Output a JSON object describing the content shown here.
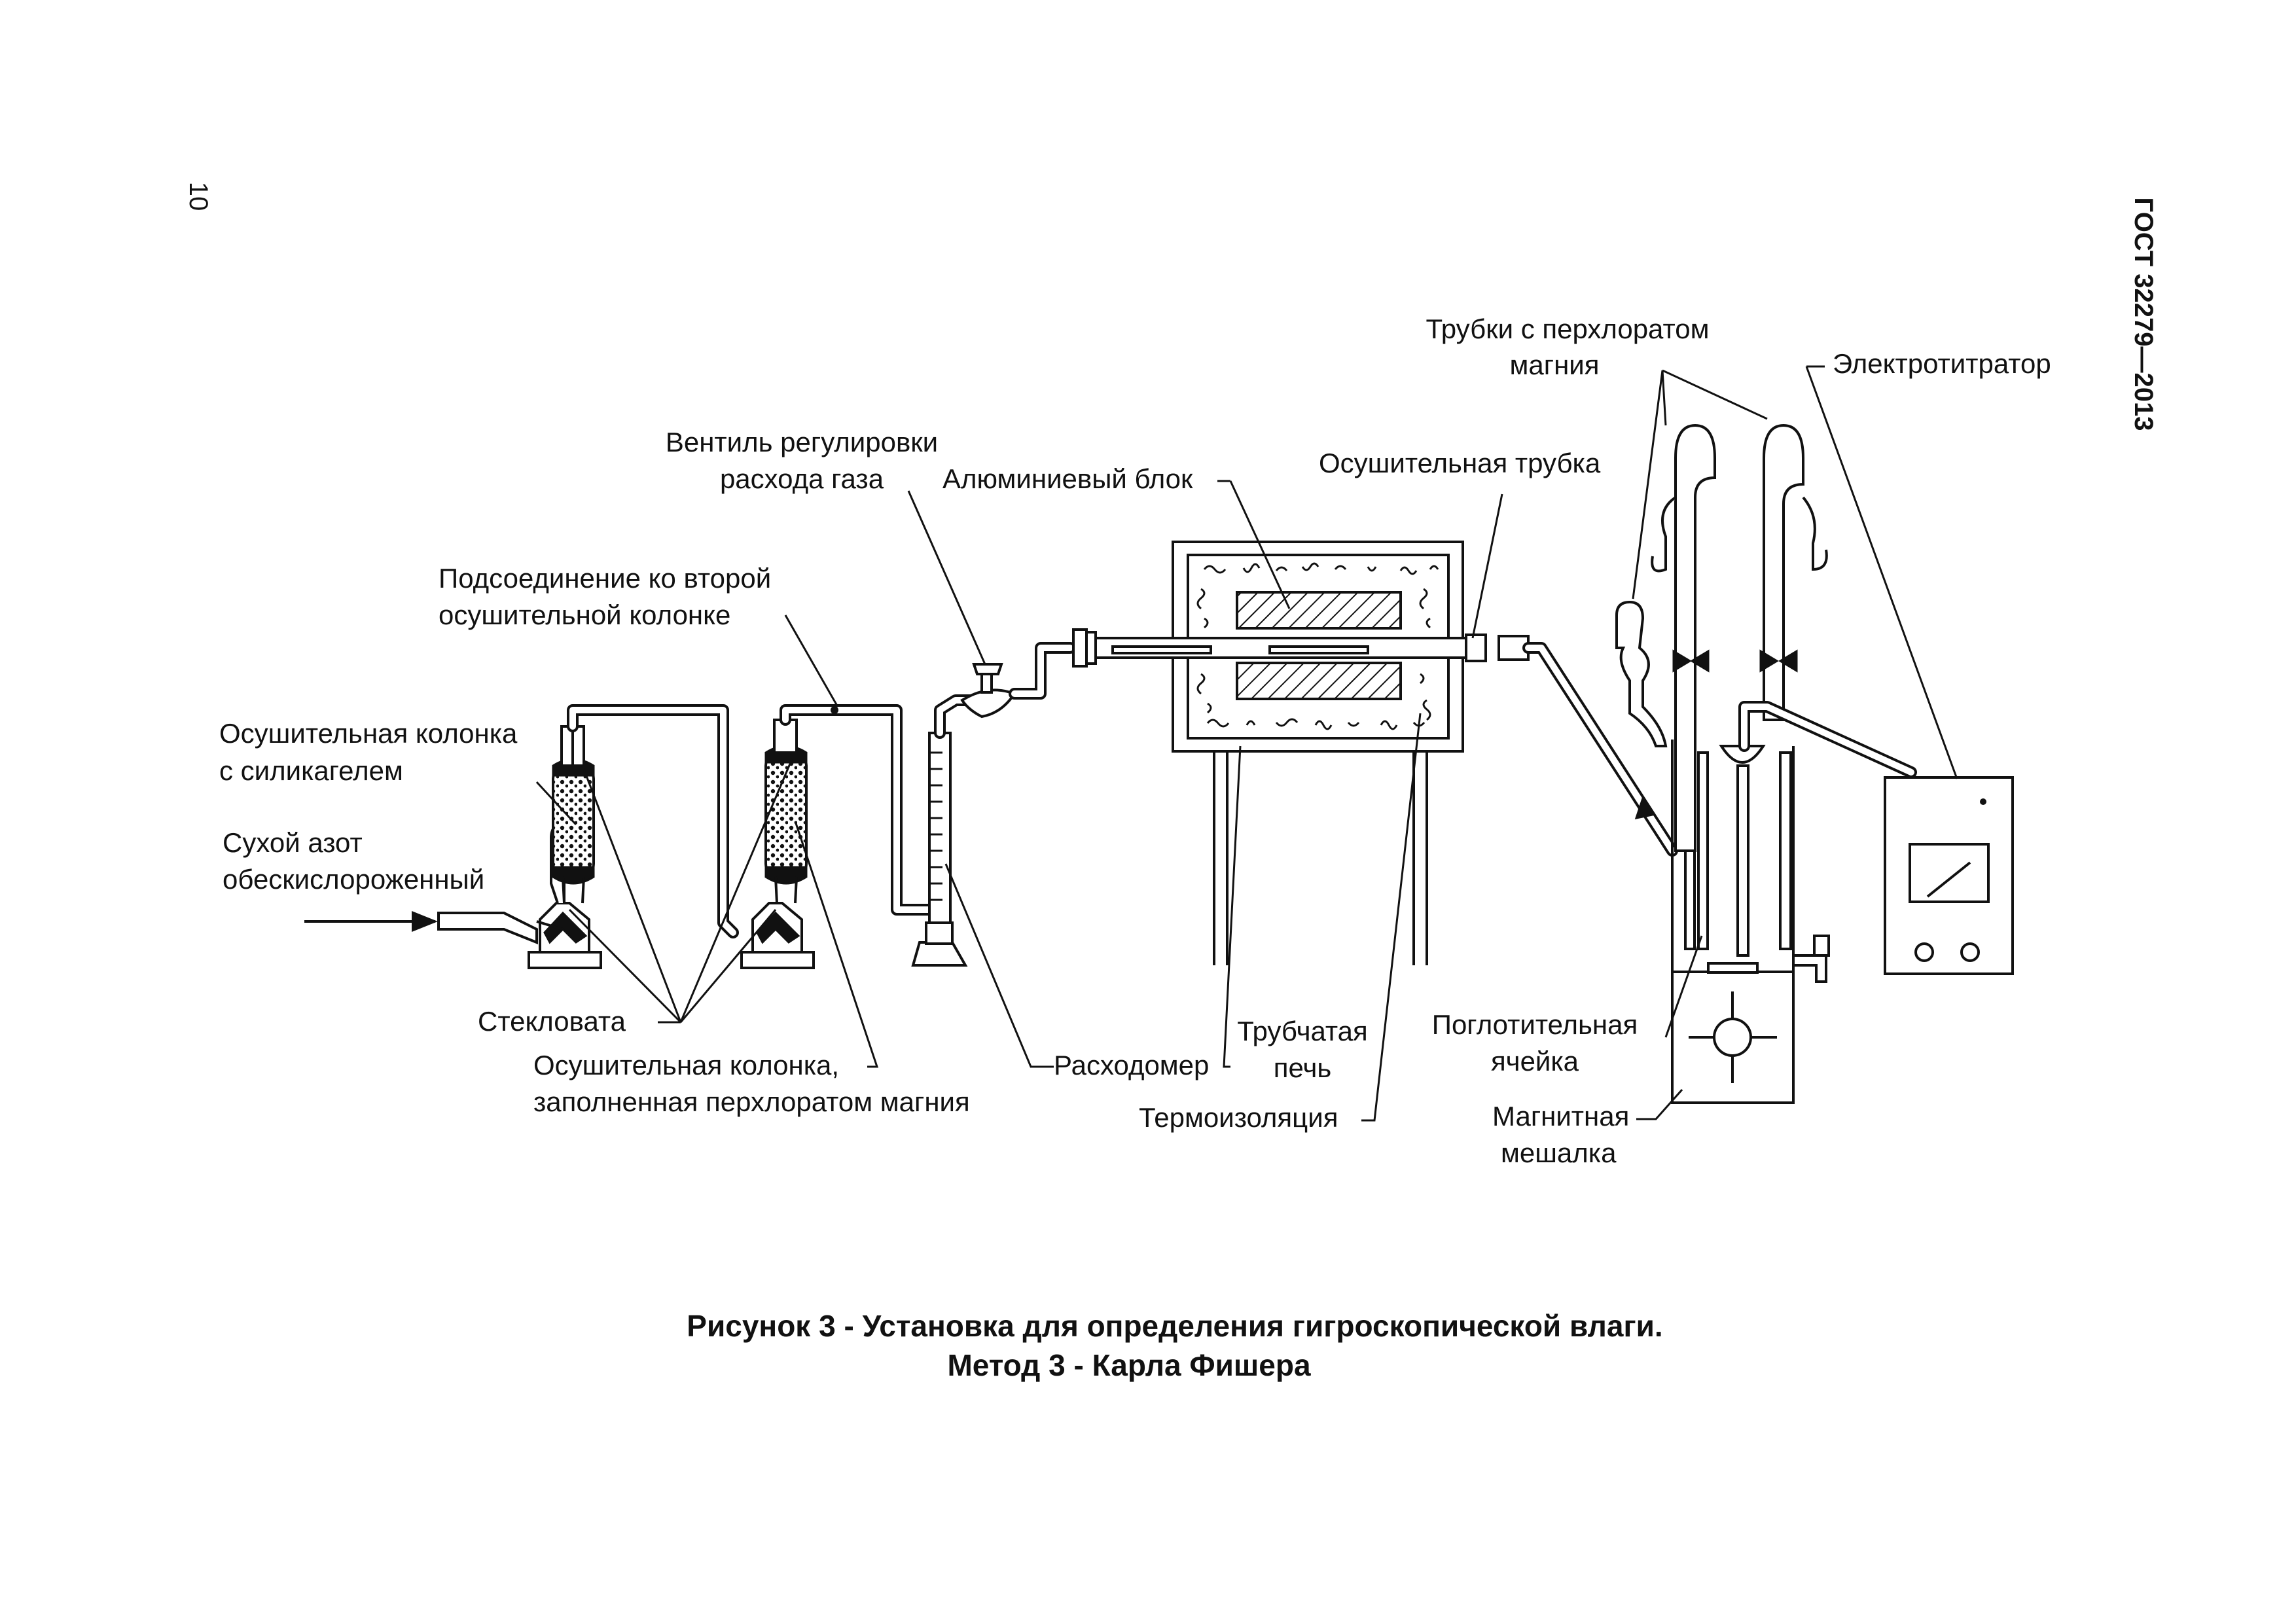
{
  "page": {
    "page_number": "10",
    "standard": "ГОСТ 32279—2013"
  },
  "labels": {
    "drying_tubes_1": "Трубки с перхлоратом",
    "drying_tubes_2": "магния",
    "electrotitrator": "Электротитратор",
    "valve_1": "Вентиль регулировки",
    "valve_2": "расхода газа",
    "aluminum_block": "Алюминиевый блок",
    "drying_tube": "Осушительная трубка",
    "connection_1": "Подсоединение ко второй",
    "connection_2": "осушительной колонке",
    "silica_column_1": "Осушительная колонка",
    "silica_column_2": "с силикагелем",
    "nitrogen_1": "Сухой азот",
    "nitrogen_2": "обескислороженный",
    "glass_wool": "Стекловата",
    "perchlorate_column_1": "Осушительная колонка,",
    "perchlorate_column_2": "заполненная перхлоратом магния",
    "flowmeter": "Расходомер",
    "furnace_1": "Трубчатая",
    "furnace_2": "печь",
    "insulation": "Термоизоляция",
    "cell_1": "Поглотительная",
    "cell_2": "ячейка",
    "stirrer_1": "Магнитная",
    "stirrer_2": "мешалка"
  },
  "caption": {
    "line1": "Рисунок 3 - Установка для определения гигроскопической влаги.",
    "line2": "Метод 3 - Карла Фишера"
  }
}
